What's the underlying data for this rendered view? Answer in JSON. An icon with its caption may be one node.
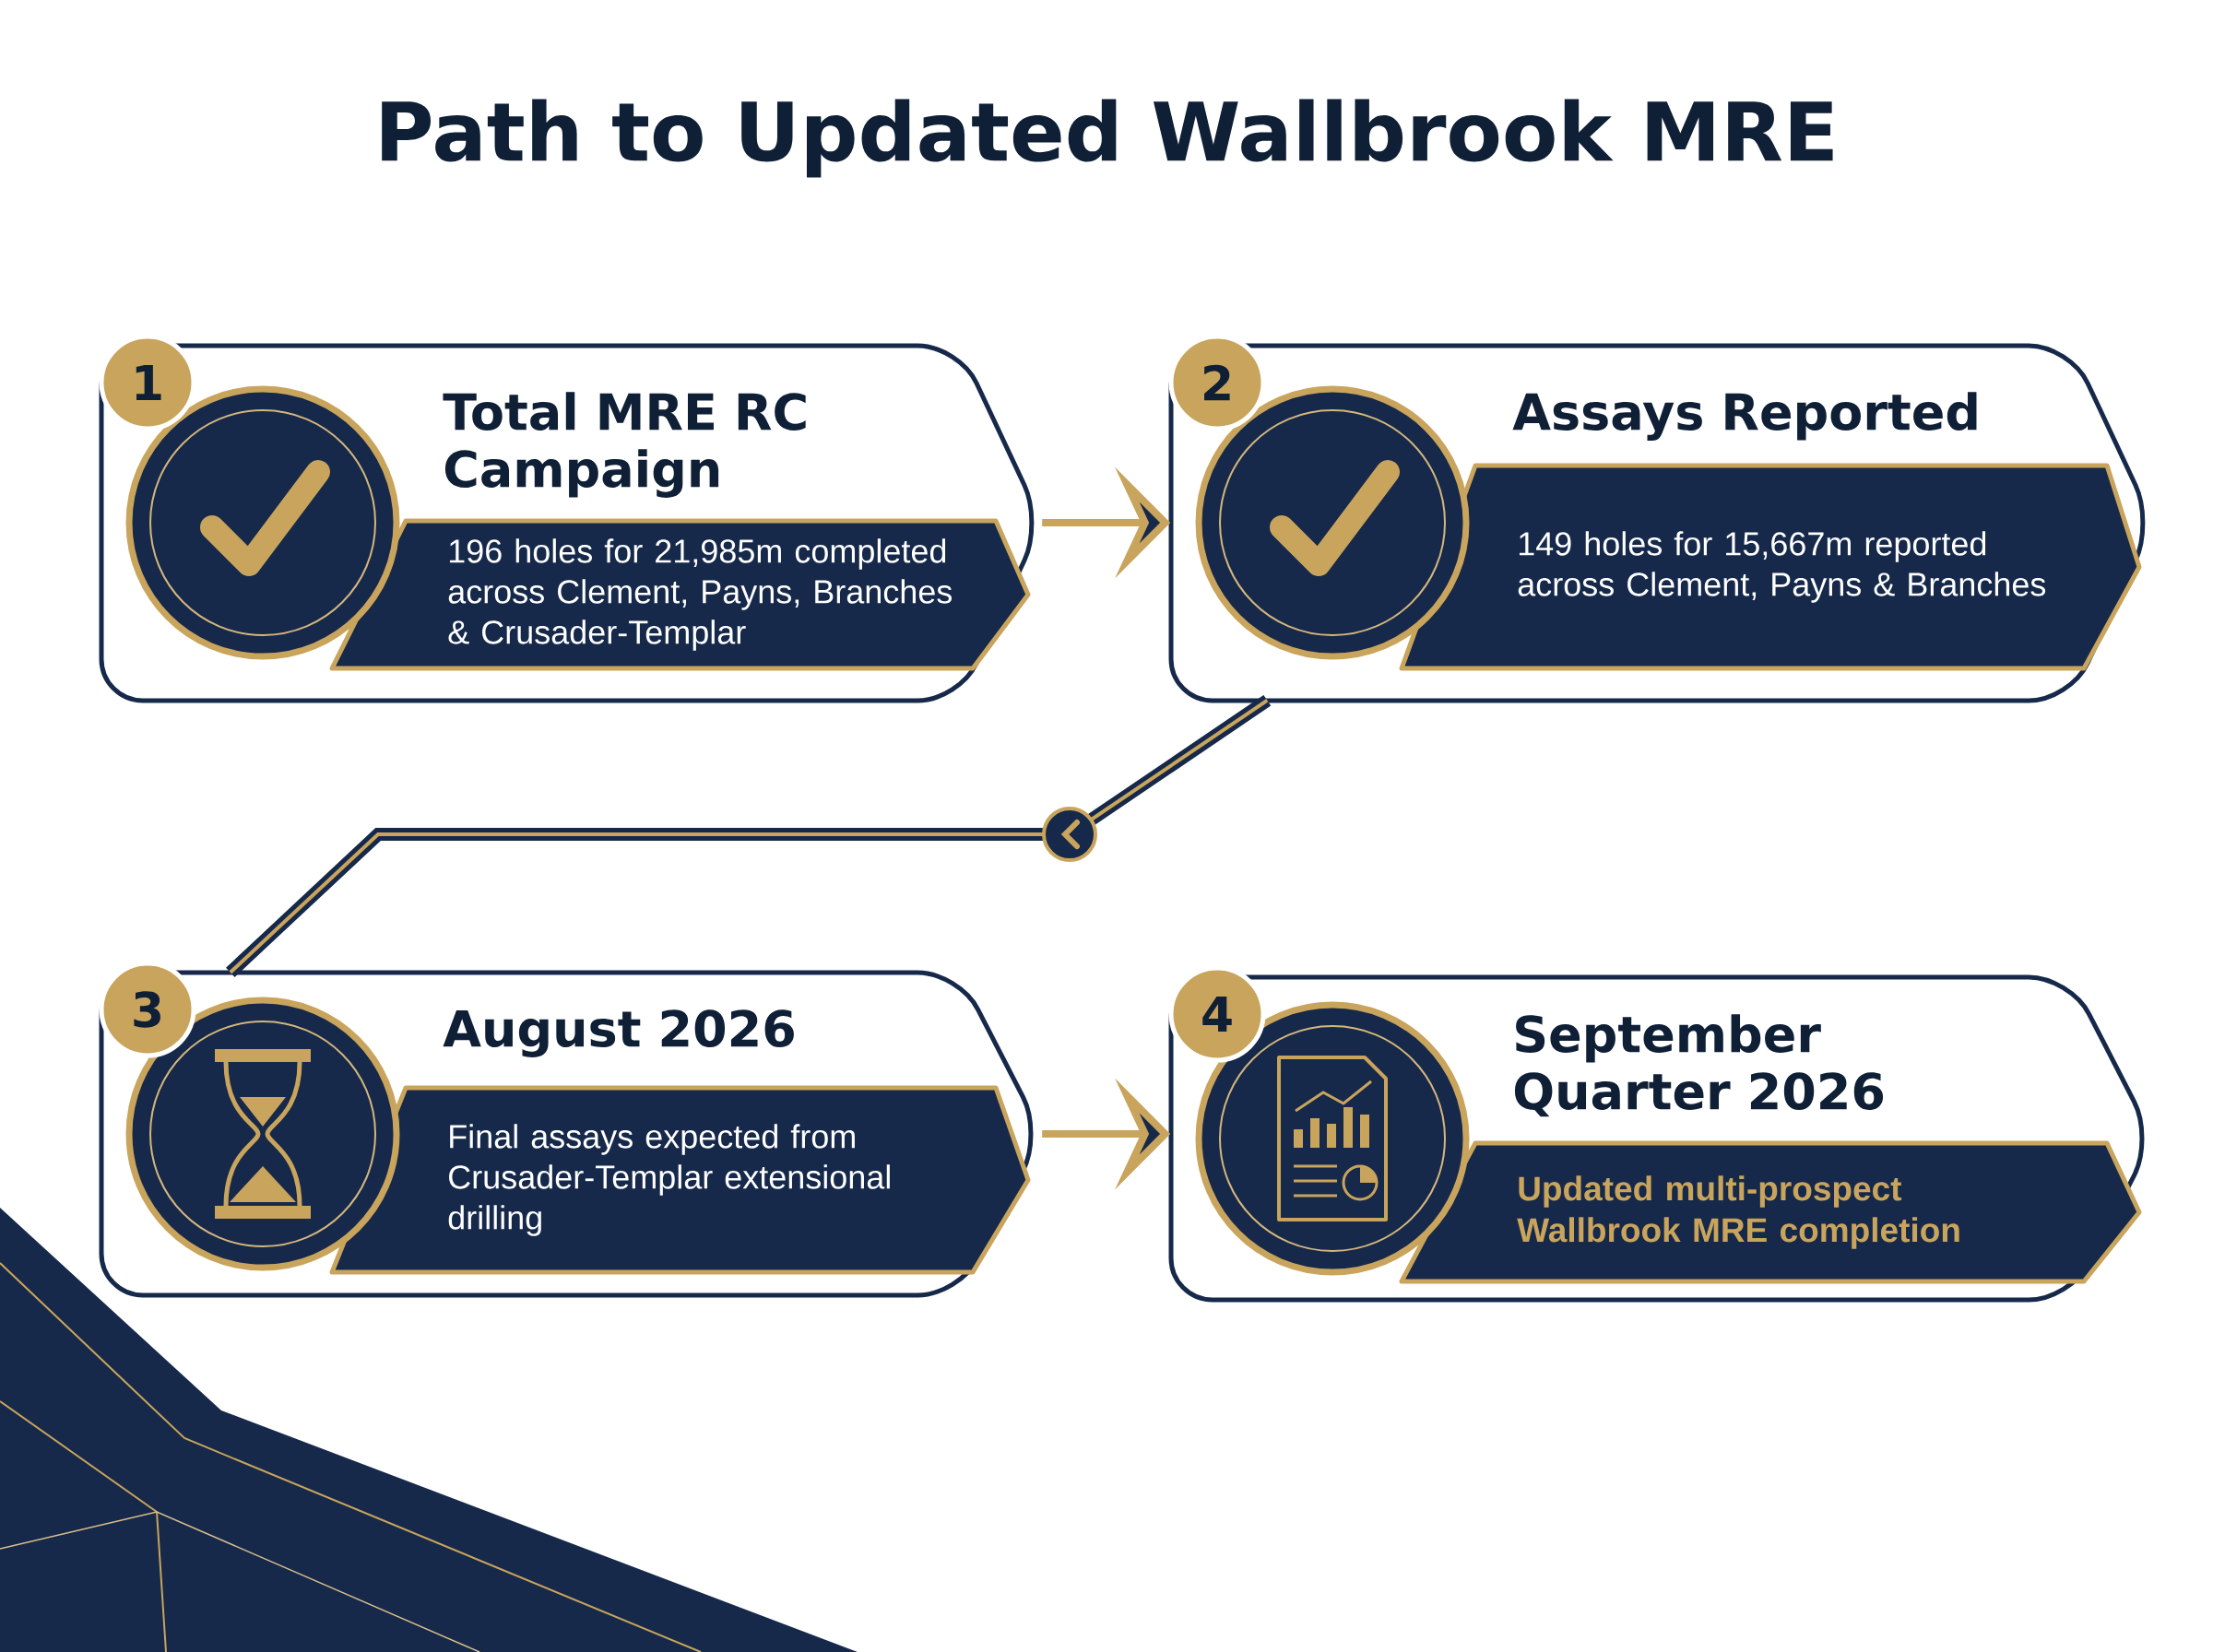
{
  "diagram": {
    "title": "Path to Updated Wallbrook MRE",
    "nodes": [
      {
        "text": [
          "Total MRE RC Campaign",
          "196 holes for 21,985m completed across Clement, Payns, Branches & Crusader-Templar"
        ]
      },
      {
        "text": [
          "Assays Reported",
          "149 holes for 15,667m reported across Clement, Payns & Branches"
        ]
      },
      {
        "text": [
          "August 2026",
          "Final assays expected from Crusader-Templar extensional drilling"
        ]
      },
      {
        "text": [
          "September Quarter 2026",
          "Updated multi-prospect Wallbrook MRE completion"
        ]
      }
    ],
    "edges": [
      {
        "from": 0,
        "to": 1,
        "arrow": "to"
      },
      {
        "from": 1,
        "to": 2,
        "arrow": "to",
        "color": "#16294a"
      },
      {
        "from": 2,
        "to": 3,
        "arrow": "to"
      }
    ],
    "labels": [
      "1",
      "2",
      "3",
      "4"
    ]
  }
}
